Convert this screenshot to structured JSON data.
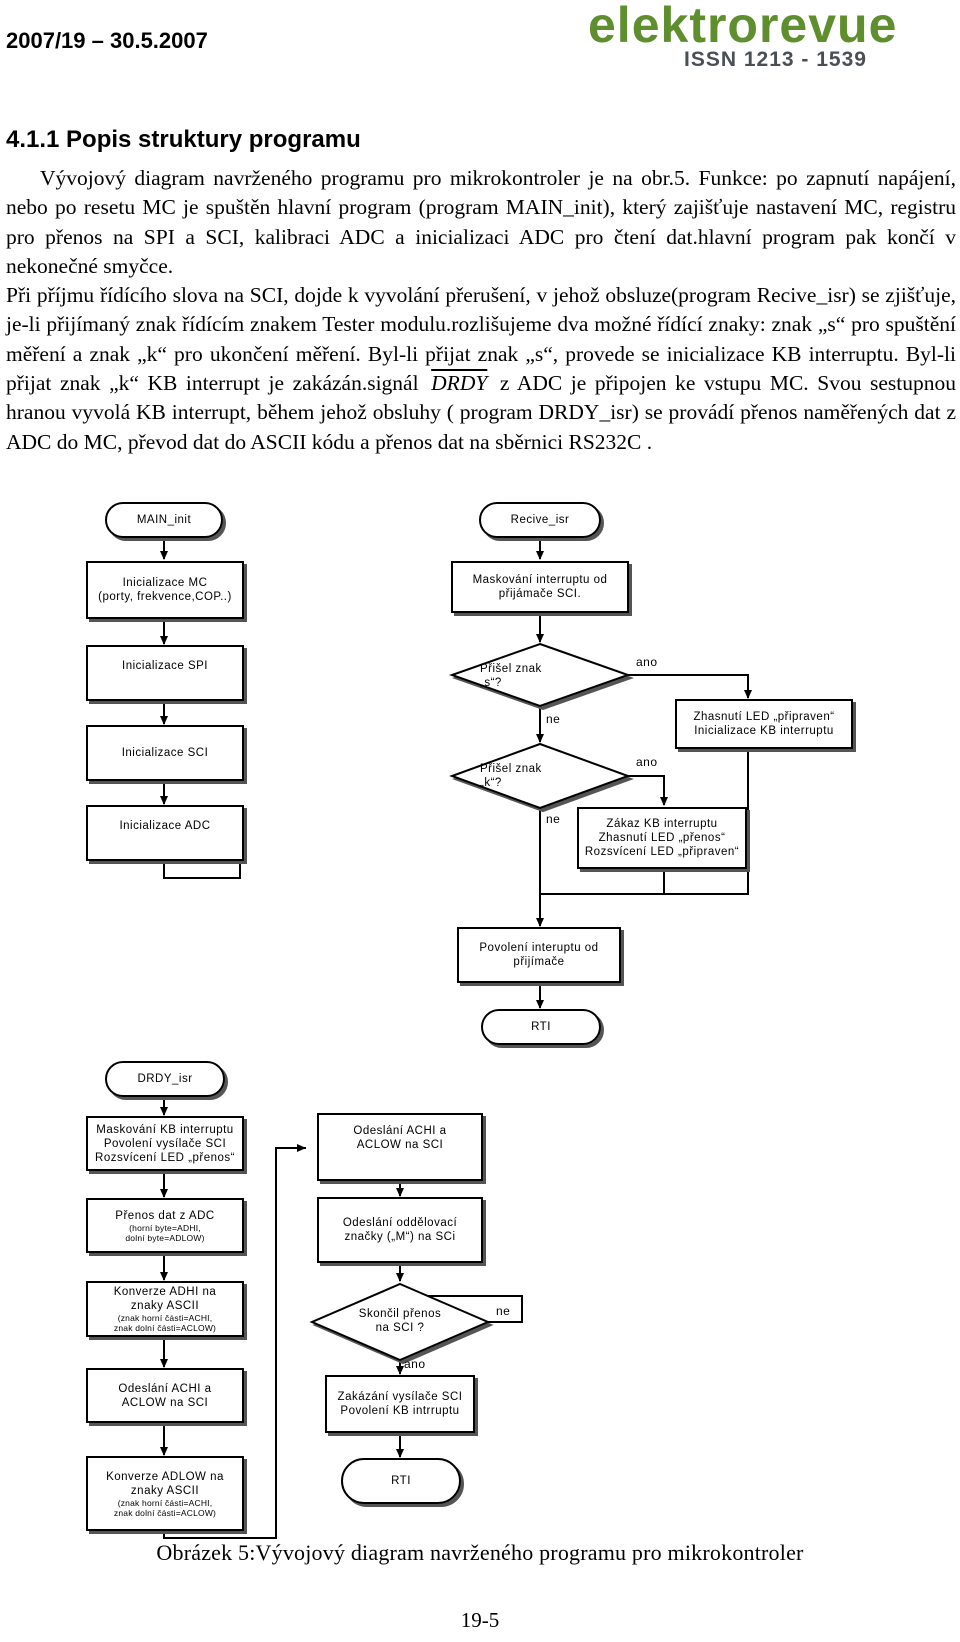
{
  "header": {
    "date": "2007/19 – 30.5.2007",
    "logo_word": "elektrorevue",
    "issn": "ISSN 1213 - 1539"
  },
  "section_title": "4.1.1 Popis struktury programu",
  "paragraphs": {
    "p1": "Vývojový diagram navrženého programu pro mikrokontroler je na obr.5. Funkce: po zapnutí napájení, nebo po resetu MC je spuštěn hlavní program (program MAIN_init), který zajišťuje nastavení MC, registru pro přenos na SPI a SCI, kalibraci ADC a inicializaci ADC pro čtení dat.hlavní program pak končí v nekonečné smyčce.",
    "p2a": "Při příjmu řídícího slova na SCI, dojde k vyvolání přerušení, v jehož obsluze(program Recive_isr) se zjišťuje, je-li přijímaný  znak řídícím znakem Tester modulu.rozlišujeme dva možné řídící znaky: znak „s“ pro spuštění měření a znak „k“ pro ukončení měření. Byl-li přijat znak „s“, provede se inicializace KB interruptu. Byl-li přijat znak „k“ KB interrupt je zakázán.signál",
    "p2_drdy": "DRDY",
    "p2b": "z ADC je připojen ke vstupu MC. Svou sestupnou hranou vyvolá KB interrupt, během jehož obsluhy ( program DRDY_isr) se provádí přenos naměřených dat z ADC do MC, převod dat do ASCII kódu a přenos dat na sběrnici RS232C ."
  },
  "flowchart": {
    "main": {
      "start": "MAIN_init",
      "init_mc_line1": "Inicializace MC",
      "init_mc_line2": "(porty, frekvence,COP..)",
      "init_spi": "Inicializace SPI",
      "init_sci": "Inicializace SCI",
      "init_adc": "Inicializace ADC"
    },
    "recive": {
      "start": "Recive_isr",
      "mask_line1": "Maskování interruptu od",
      "mask_line2": "přijámače SCI.",
      "decision_s_line1": "Přišel znak",
      "decision_s_line2": "„s“?",
      "yes_s": "ano",
      "no_s": "ne",
      "action_s_line1": "Zhasnutí LED „připraven“",
      "action_s_line2": "Inicializace KB interruptu",
      "decision_k_line1": "Přišel znak",
      "decision_k_line2": "„k“?",
      "yes_k": "ano",
      "no_k": "ne",
      "action_k_line1": "Zákaz KB interruptu",
      "action_k_line2": "Zhasnutí LED „přenos“",
      "action_k_line3": "Rozsvícení LED „připraven“",
      "enable_line1": "Povolení interuptu od",
      "enable_line2": "přijímače",
      "rti": "RTI"
    },
    "drdy": {
      "start": "DRDY_isr",
      "mask_line1": "Maskování KB interruptu",
      "mask_line2": "Povolení vysílače SCI",
      "mask_line3": "Rozsvícení LED „přenos“",
      "transfer_line1": "Přenos dat z ADC",
      "transfer_line2": "(horní byte=ADHI,",
      "transfer_line3": "dolní byte=ADLOW)",
      "conv_hi_line1": "Konverze ADHI na",
      "conv_hi_line2": "znaky ASCII",
      "conv_hi_line3": "(znak horní části=ACHI,",
      "conv_hi_line4": "znak dolní části=ACLOW)",
      "send1_line1": "Odeslání ACHI a",
      "send1_line2": "ACLOW na SCI",
      "conv_lo_line1": "Konverze ADLOW na",
      "conv_lo_line2": "znaky ASCII",
      "conv_lo_line3": "(znak horní části=ACHI,",
      "conv_lo_line4": "znak dolní části=ACLOW)",
      "send2_line1": "Odeslání ACHI a",
      "send2_line2": "ACLOW na SCI",
      "sep_line1": "Odeslání oddělovací",
      "sep_line2": "značky („M“) na SCi",
      "decision_line1": "Skončil přenos",
      "decision_line2": "na SCI ?",
      "no": "ne",
      "yes": "ano",
      "disable_line1": "Zakázání vysílače SCI",
      "disable_line2": "Povolení KB intrruptu",
      "rti": "RTI"
    }
  },
  "caption": "Obrázek 5:Vývojový diagram navrženého programu pro mikrokontroler",
  "page_number": "19-5"
}
